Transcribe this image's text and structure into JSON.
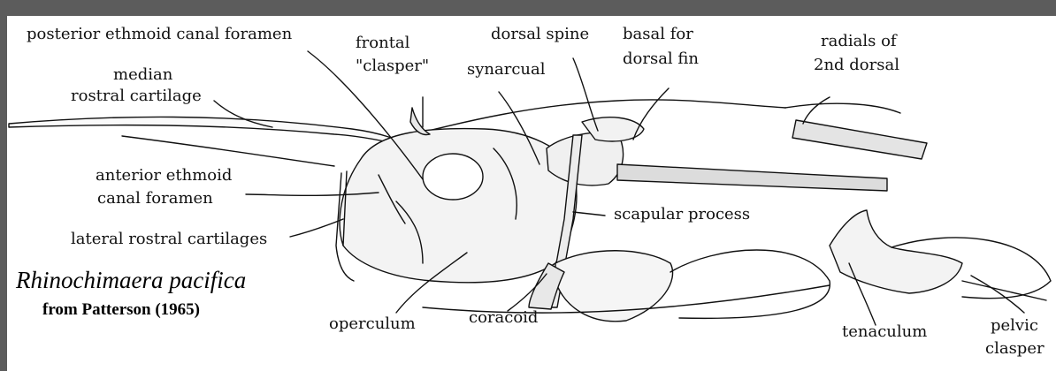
{
  "frame_color": "#5c5c5c",
  "title": "Rhinochimaera pacifica",
  "credit": "from Patterson (1965)",
  "labels": {
    "posterior_ethmoid": "posterior ethmoid canal foramen",
    "frontal_clasper_1": "frontal",
    "frontal_clasper_2": "\"clasper\"",
    "dorsal_spine": "dorsal spine",
    "basal_dorsal_1": "basal for",
    "basal_dorsal_2": "dorsal fin",
    "radials_1": "radials of",
    "radials_2": "2nd dorsal",
    "median_rostral_1": "median",
    "median_rostral_2": "rostral cartilage",
    "synarcual": "synarcual",
    "anterior_ethmoid_1": "anterior ethmoid",
    "anterior_ethmoid_2": "canal foramen",
    "scapular_process": "scapular process",
    "lateral_rostral": "lateral rostral cartilages",
    "operculum": "operculum",
    "coracoid": "coracoid",
    "tenaculum": "tenaculum",
    "pelvic_clasper_1": "pelvic",
    "pelvic_clasper_2": "clasper"
  }
}
